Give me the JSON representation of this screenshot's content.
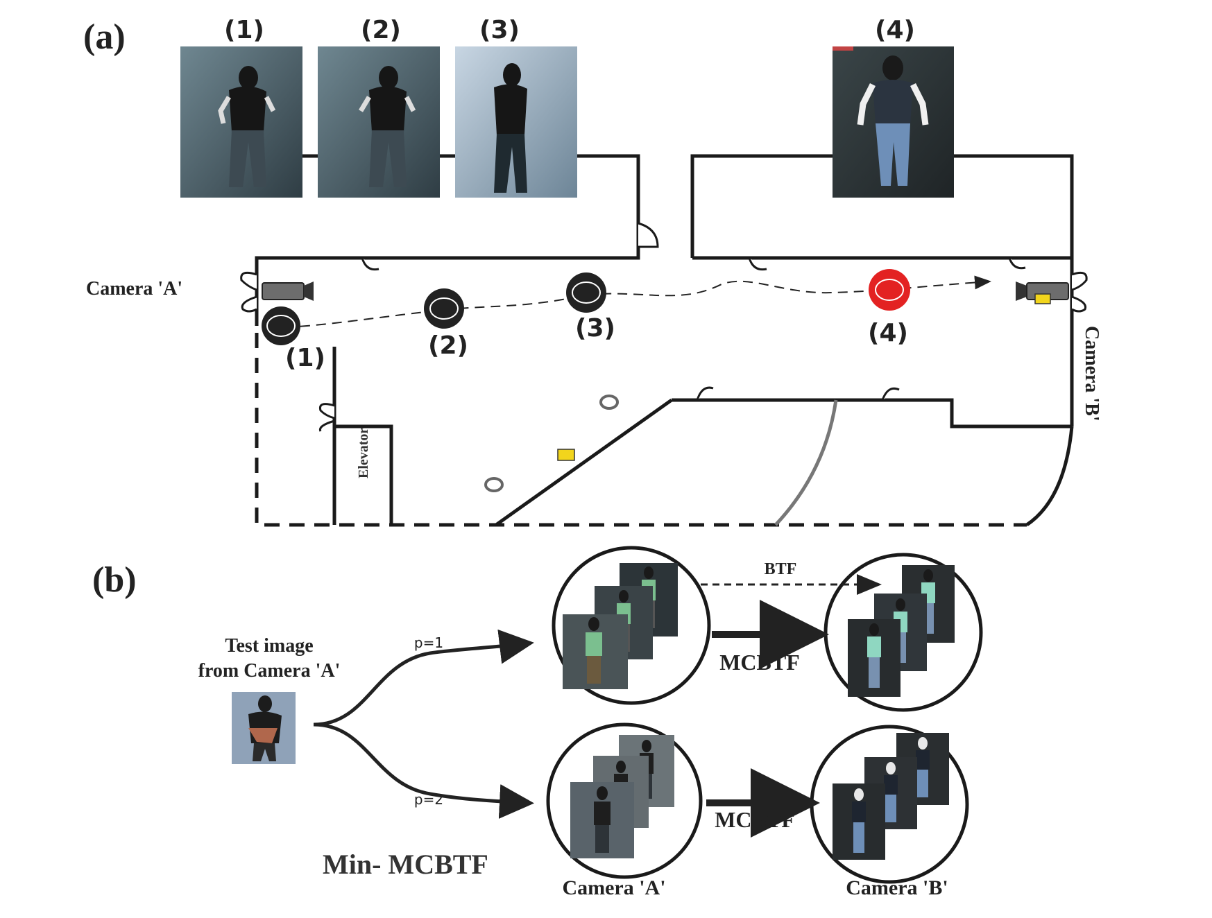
{
  "panel_a": {
    "label": "(a)",
    "photo_labels": [
      "(1)",
      "(2)",
      "(3)",
      "(4)"
    ],
    "position_labels": [
      "(1)",
      "(2)",
      "(3)",
      "(4)"
    ],
    "camera_a_label": "Camera 'A'",
    "camera_b_label": "Camera 'B'",
    "room_text": "Elevator",
    "highlight_color": "#e32222",
    "marker_color": "#222222",
    "sensor_color": "#f2d51c"
  },
  "panel_b": {
    "label": "(b)",
    "test_image_label_line1": "Test image",
    "test_image_label_line2": "from Camera 'A'",
    "branch_top_label": "p=1",
    "branch_bottom_label": "p=2",
    "btf_label": "BTF",
    "mcbtf_top_label": "MCBTF",
    "mcbtf_bottom_label": "MCBTF",
    "min_label": "Min- MCBTF",
    "camera_a_label": "Camera 'A'",
    "camera_b_label": "Camera 'B'"
  }
}
